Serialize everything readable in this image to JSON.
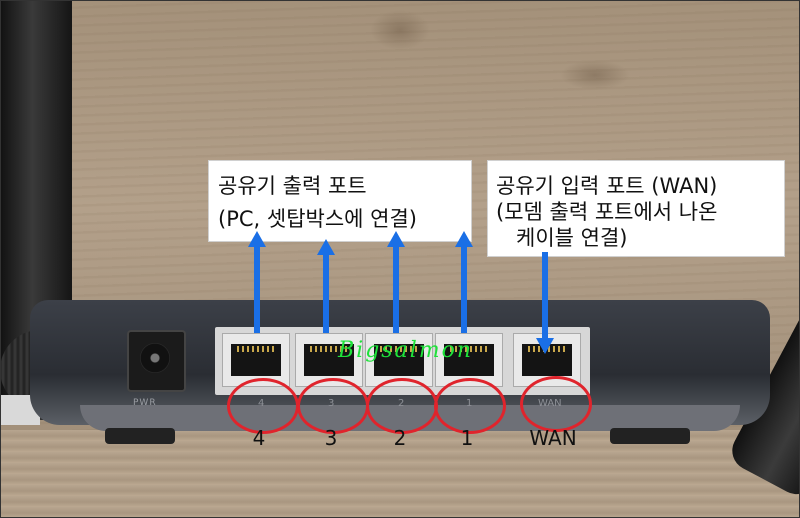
{
  "labels": {
    "lan_line1": "공유기 출력 포트",
    "lan_line2": "(PC, 셋탑박스에 연결)",
    "wan_line1": "공유기 입력 포트 (WAN)",
    "wan_line2": "(모뎀 출력 포트에서 나온",
    "wan_line3": "케이블 연결)"
  },
  "ports": [
    {
      "printed": "4",
      "callout": "4"
    },
    {
      "printed": "3",
      "callout": "3"
    },
    {
      "printed": "2",
      "callout": "2"
    },
    {
      "printed": "1",
      "callout": "1"
    },
    {
      "printed": "WAN",
      "callout": "WAN"
    }
  ],
  "power_label": "PWR",
  "watermark": "Bigsalmon",
  "colors": {
    "arrow": "#1a6fe6",
    "ring": "#e0242c",
    "watermark": "#1ee23a"
  }
}
